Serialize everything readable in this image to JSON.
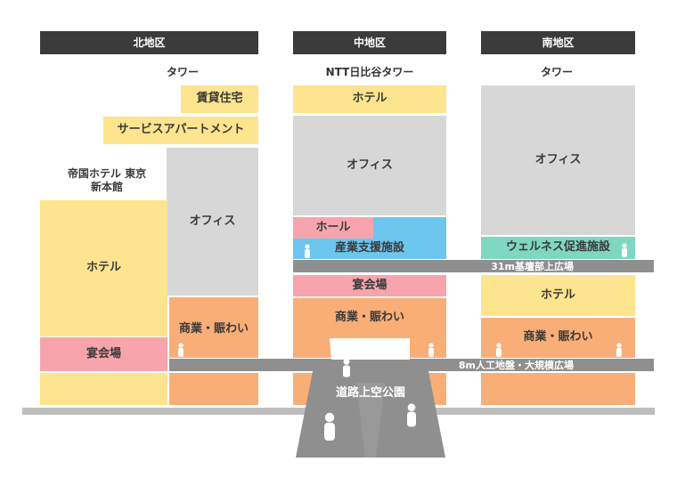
{
  "districts": {
    "north": {
      "header": "北地区",
      "tower": "タワー"
    },
    "center": {
      "header": "中地区",
      "tower": "NTT日比谷タワー"
    },
    "south": {
      "header": "南地区",
      "tower": "タワー"
    }
  },
  "north": {
    "rental": "賃貸住宅",
    "service_apartment": "サービスアパートメント",
    "imperial_label": "帝国ホテル 東京\n新本館",
    "hotel": "ホテル",
    "office": "オフィス",
    "banquet": "宴会場",
    "commercial": "商業・賑わい"
  },
  "center": {
    "hotel": "ホテル",
    "office": "オフィス",
    "hall": "ホール",
    "industry": "産業支援施設",
    "banquet": "宴会場",
    "commercial": "商業・賑わい",
    "park": "道路上空公園"
  },
  "south": {
    "office": "オフィス",
    "wellness": "ウェルネス促進施設",
    "hotel": "ホテル",
    "commercial": "商業・賑わい"
  },
  "decks": {
    "upper": "31m基壇部上広場",
    "lower": "8m人工地盤・大規模広場"
  },
  "colors": {
    "hotel": "#fde48e",
    "office": "#d7d7d7",
    "commercial": "#f9ae77",
    "banquet": "#f7a4ad",
    "hall": "#f7a4ad",
    "industry": "#6cc6ee",
    "wellness": "#7fd7c2",
    "deck": "#8f8f8f",
    "header": "#3b3b3b"
  },
  "icons": [
    "person-icon"
  ]
}
